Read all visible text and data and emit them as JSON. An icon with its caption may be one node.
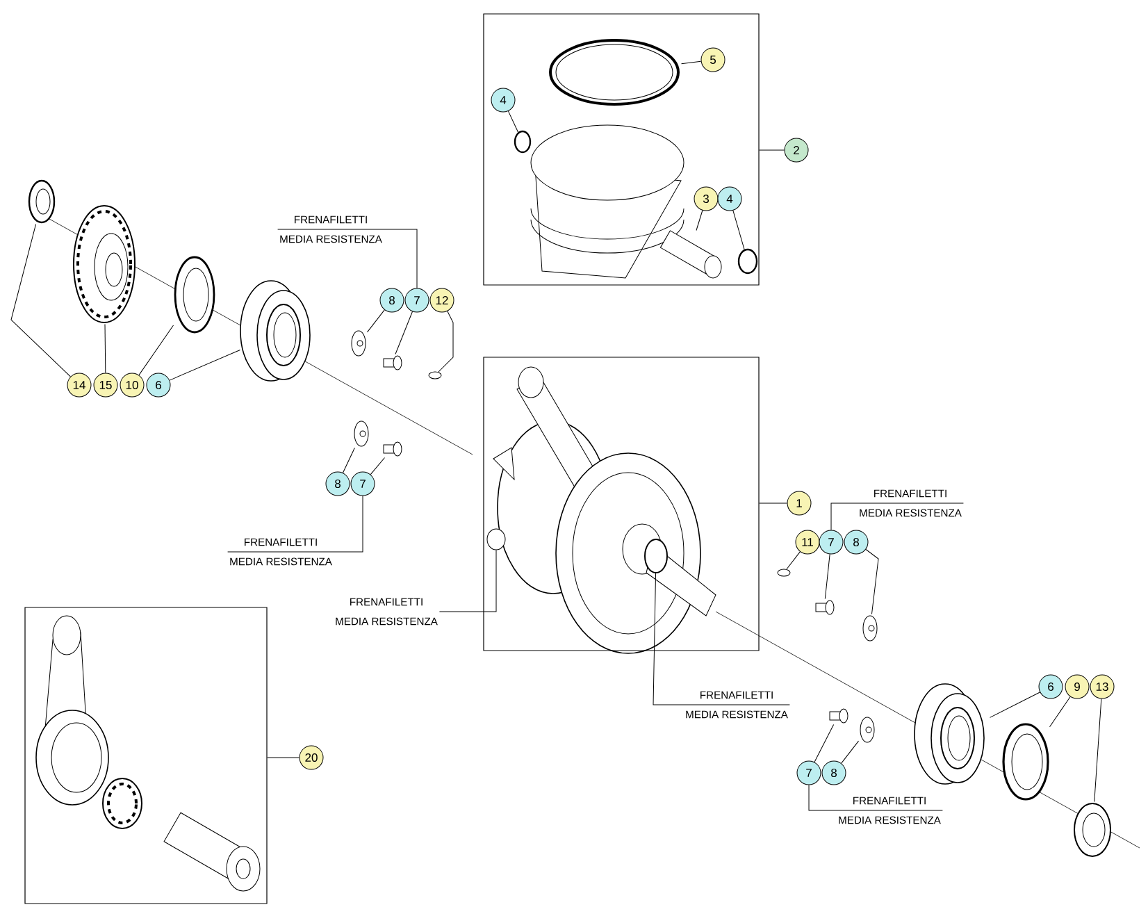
{
  "diagram": {
    "nodes": [
      {
        "text": [],
        "shape": "box"
      },
      {
        "text": [],
        "shape": "box"
      },
      {
        "text": [],
        "shape": "box"
      },
      {
        "text": [
          "5"
        ],
        "in": 0
      },
      {
        "text": [
          "4"
        ],
        "in": 0
      },
      {
        "text": [
          "2"
        ]
      },
      {
        "text": [
          "3"
        ],
        "in": 0
      },
      {
        "text": [
          "4"
        ],
        "in": 0
      },
      {
        "text": [
          "14"
        ]
      },
      {
        "text": [
          "15"
        ]
      },
      {
        "text": [
          "10"
        ]
      },
      {
        "text": [
          "6"
        ]
      },
      {
        "text": [
          "8"
        ]
      },
      {
        "text": [
          "7"
        ]
      },
      {
        "text": [
          "12"
        ]
      },
      {
        "text": [
          "FRENAFILETTI",
          "MEDIA RESISTENZA"
        ]
      },
      {
        "text": [
          "8"
        ]
      },
      {
        "text": [
          "7"
        ]
      },
      {
        "text": [
          "FRENAFILETTI",
          "MEDIA RESISTENZA"
        ]
      },
      {
        "text": [
          "1"
        ]
      },
      {
        "text": [
          "FRENAFILETTI",
          "MEDIA RESISTENZA"
        ]
      },
      {
        "text": [
          "11"
        ]
      },
      {
        "text": [
          "7"
        ]
      },
      {
        "text": [
          "8"
        ]
      },
      {
        "text": [
          "FRENAFILETTI",
          "MEDIA RESISTENZA"
        ]
      },
      {
        "text": [
          "FRENAFILETTI",
          "MEDIA RESISTENZA"
        ]
      },
      {
        "text": [
          "7"
        ]
      },
      {
        "text": [
          "8"
        ]
      },
      {
        "text": [
          "FRENAFILETTI",
          "MEDIA RESISTENZA"
        ]
      },
      {
        "text": [
          "6"
        ]
      },
      {
        "text": [
          "9"
        ]
      },
      {
        "text": [
          "13"
        ]
      },
      {
        "text": [
          "20"
        ]
      },
      {
        "text": [],
        "shape": "picture",
        "in": 0
      },
      {
        "text": [],
        "shape": "circle",
        "in": 0
      },
      {
        "text": [],
        "shape": "picture",
        "in": 0
      },
      {
        "text": [],
        "shape": "circle",
        "in": 0
      },
      {
        "text": [],
        "shape": "picture"
      },
      {
        "text": [],
        "shape": "picture"
      },
      {
        "text": [],
        "shape": "picture"
      },
      {
        "text": [],
        "shape": "picture"
      },
      {
        "text": [],
        "shape": "picture"
      },
      {
        "text": [],
        "shape": "picture"
      },
      {
        "text": [],
        "shape": "circle"
      },
      {
        "text": [],
        "shape": "picture"
      },
      {
        "text": [],
        "shape": "picture"
      },
      {
        "text": [],
        "shape": "circle",
        "in": 1
      },
      {
        "text": [],
        "shape": "circle",
        "in": 1
      },
      {
        "text": [],
        "shape": "circle"
      },
      {
        "text": [],
        "shape": "picture"
      },
      {
        "text": [],
        "shape": "picture"
      },
      {
        "text": [],
        "shape": "picture"
      },
      {
        "text": [],
        "shape": "picture"
      },
      {
        "text": [],
        "shape": "picture"
      },
      {
        "text": [],
        "shape": "picture"
      },
      {
        "text": [],
        "shape": "picture"
      }
    ],
    "edges": [
      {
        "from": 3,
        "to": 33,
        "arrow": "none"
      },
      {
        "from": 4,
        "to": 34,
        "arrow": "none"
      },
      {
        "from": 5,
        "to": 0,
        "arrow": "none"
      },
      {
        "from": 6,
        "to": 35,
        "arrow": "none"
      },
      {
        "from": 7,
        "to": 36,
        "arrow": "none"
      },
      {
        "from": 8,
        "to": 37,
        "arrow": "none"
      },
      {
        "from": 9,
        "to": 38,
        "arrow": "none"
      },
      {
        "from": 10,
        "to": 39,
        "arrow": "none"
      },
      {
        "from": 11,
        "to": 40,
        "arrow": "none"
      },
      {
        "from": 12,
        "to": 41,
        "arrow": "none"
      },
      {
        "from": 13,
        "to": 42,
        "arrow": "none"
      },
      {
        "from": 14,
        "to": 43,
        "arrow": "none"
      },
      {
        "from": 15,
        "to": 13,
        "arrow": "none"
      },
      {
        "from": 16,
        "to": 44,
        "arrow": "none"
      },
      {
        "from": 17,
        "to": 45,
        "arrow": "none"
      },
      {
        "from": 18,
        "to": 17,
        "arrow": "none"
      },
      {
        "from": 19,
        "to": 1,
        "arrow": "none"
      },
      {
        "from": 20,
        "to": 22,
        "arrow": "none"
      },
      {
        "from": 21,
        "to": 48,
        "arrow": "none"
      },
      {
        "from": 22,
        "to": 49,
        "arrow": "none"
      },
      {
        "from": 23,
        "to": 50,
        "arrow": "none"
      },
      {
        "from": 24,
        "to": 46,
        "arrow": "none"
      },
      {
        "from": 25,
        "to": 47,
        "arrow": "none"
      },
      {
        "from": 26,
        "to": 51,
        "arrow": "none"
      },
      {
        "from": 27,
        "to": 52,
        "arrow": "none"
      },
      {
        "from": 28,
        "to": 26,
        "arrow": "none"
      },
      {
        "from": 29,
        "to": 53,
        "arrow": "none"
      },
      {
        "from": 30,
        "to": 54,
        "arrow": "none"
      },
      {
        "from": 31,
        "to": 55,
        "arrow": "none"
      },
      {
        "from": 32,
        "to": 2,
        "arrow": "none"
      }
    ]
  }
}
